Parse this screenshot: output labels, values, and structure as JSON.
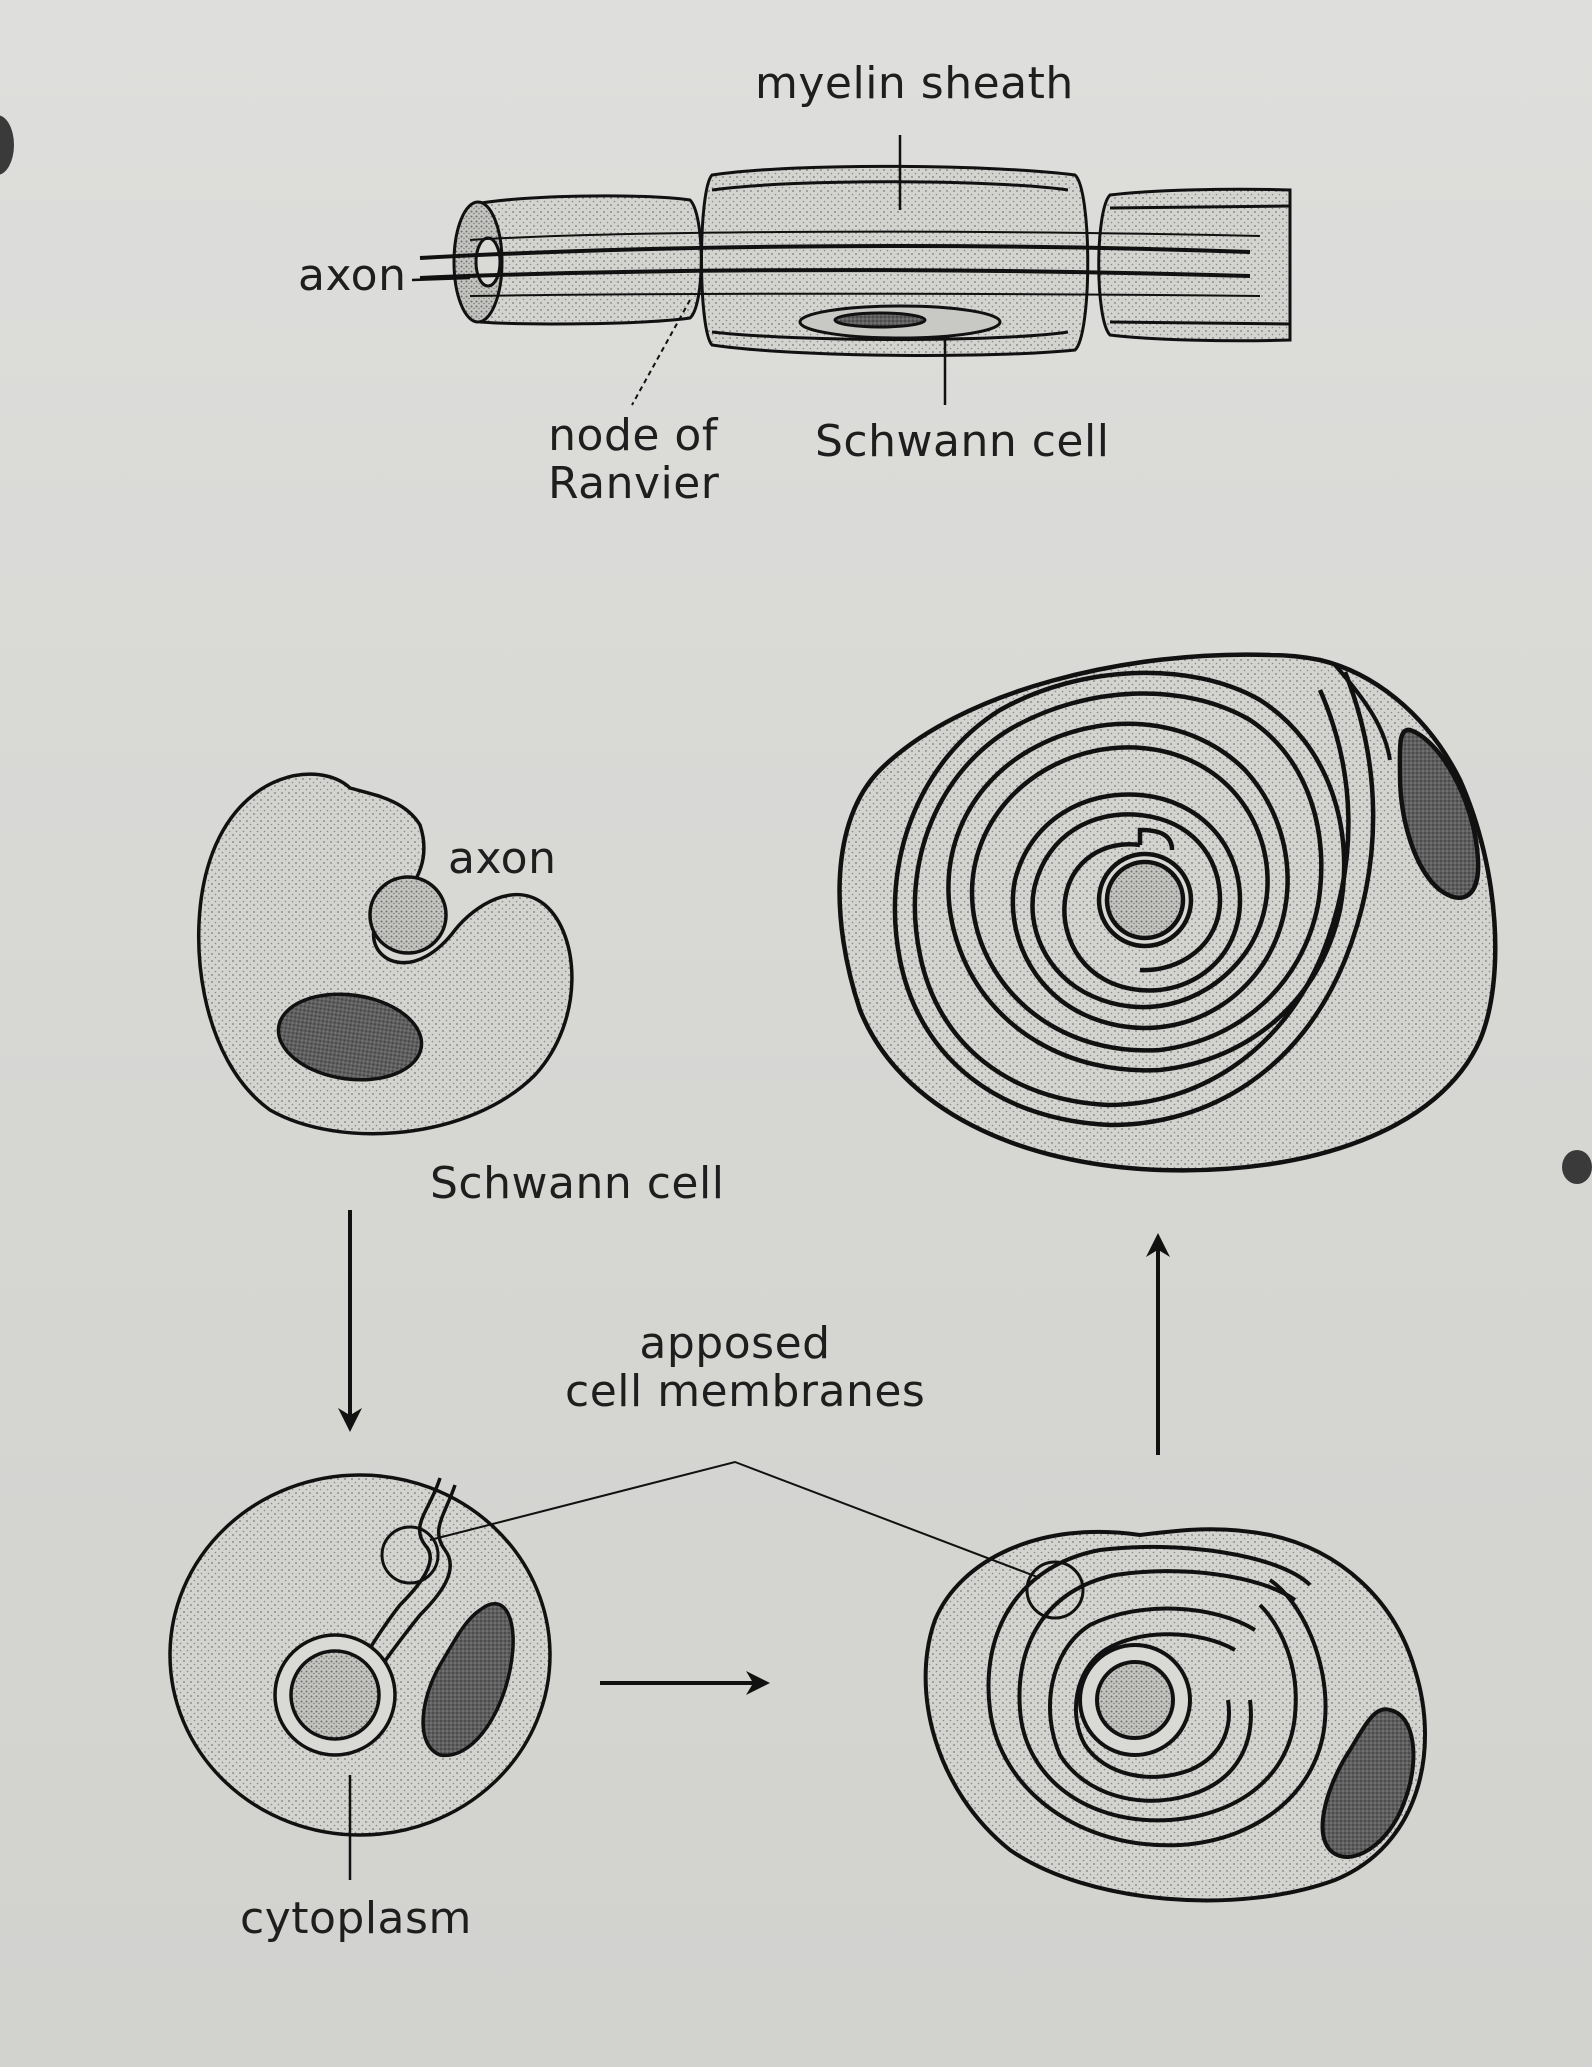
{
  "labels": {
    "myelin_sheath": "myelin sheath",
    "axon_top": "axon",
    "node_of_ranvier_1": "node of",
    "node_of_ranvier_2": "Ranvier",
    "schwann_cell_top": "Schwann cell",
    "axon_mid": "axon",
    "schwann_cell_mid": "Schwann cell",
    "apposed_1": "apposed",
    "apposed_2": "cell membranes",
    "cytoplasm": "cytoplasm"
  },
  "colors": {
    "paper": "#dbdbd8",
    "stipple_fill": "#cfcfcc",
    "nucleus": "#6a6a6a",
    "ink": "#111111"
  }
}
